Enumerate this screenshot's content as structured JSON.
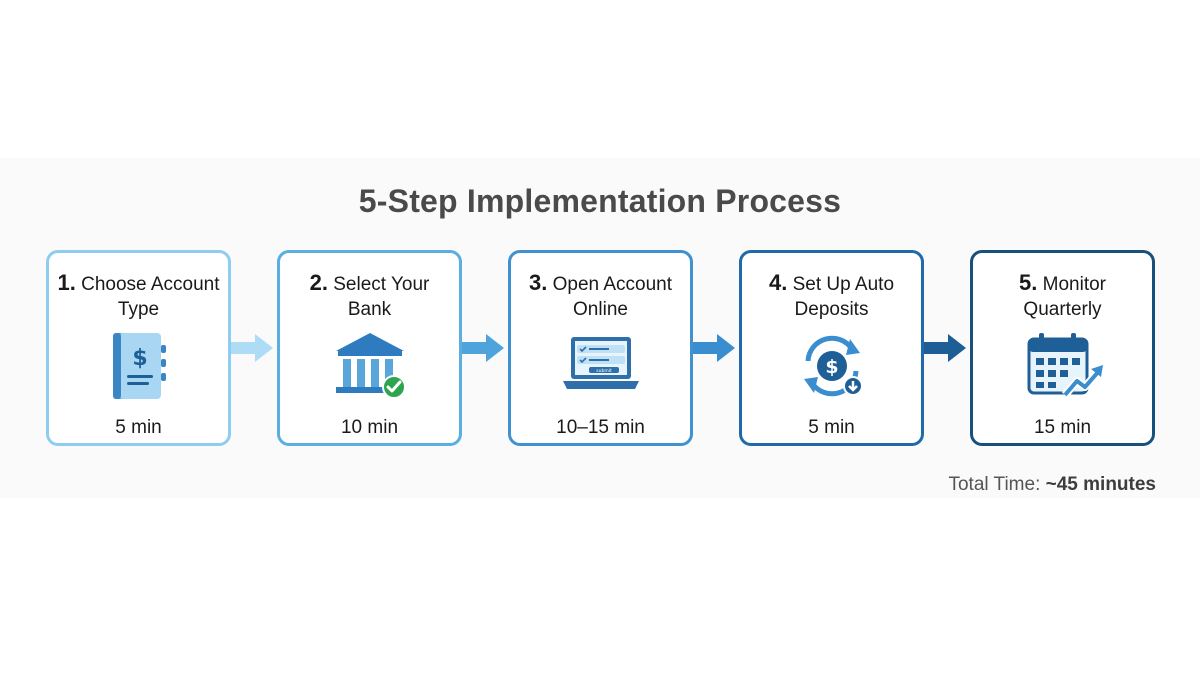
{
  "title": "5-Step Implementation Process",
  "steps": [
    {
      "num": "1.",
      "label": "Choose Account Type",
      "time": "5 min",
      "icon": "ledger-dollar-icon",
      "border_color": "#8ecdf0"
    },
    {
      "num": "2.",
      "label": "Select Your Bank",
      "time": "10 min",
      "icon": "bank-check-icon",
      "border_color": "#5aaee0"
    },
    {
      "num": "3.",
      "label": "Open Account Online",
      "time": "10–15 min",
      "icon": "laptop-form-icon",
      "border_color": "#3f92cf"
    },
    {
      "num": "4.",
      "label": "Set Up Auto Deposits",
      "time": "5 min",
      "icon": "recurring-deposit-icon",
      "border_color": "#1f6aa8"
    },
    {
      "num": "5.",
      "label": "Monitor Quarterly",
      "time": "15 min",
      "icon": "calendar-growth-icon",
      "border_color": "#18507c"
    }
  ],
  "arrow_colors": [
    "#aedcf6",
    "#4ea3dc",
    "#3a8ed0",
    "#1c5e95"
  ],
  "total": {
    "label": "Total Time:",
    "value": "~45 minutes"
  }
}
